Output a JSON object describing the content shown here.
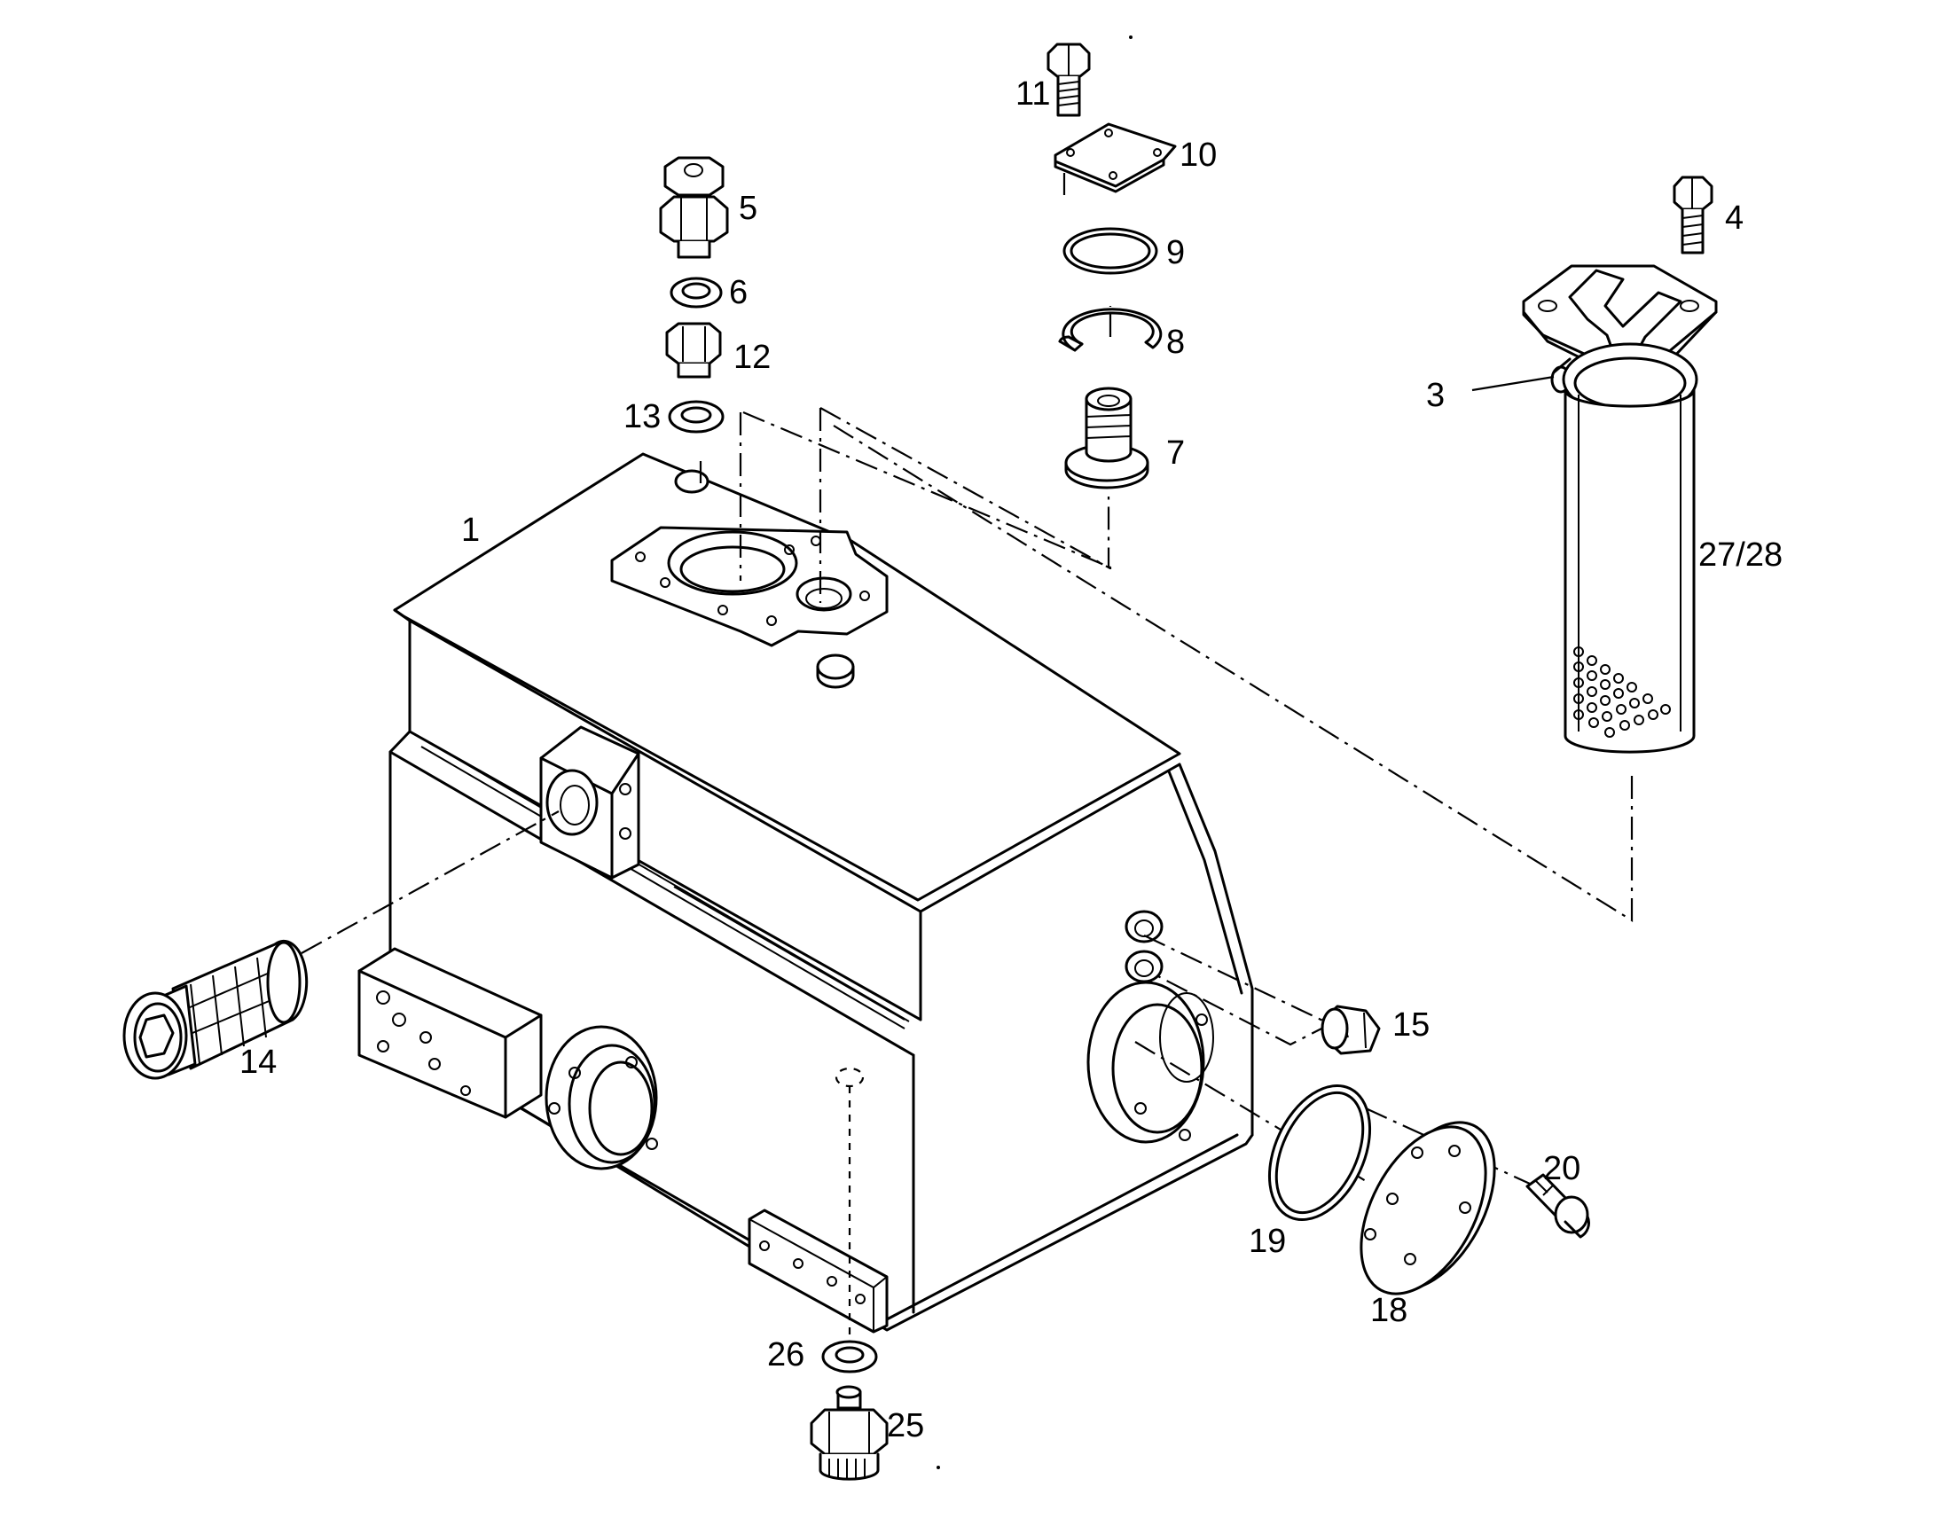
{
  "callouts": {
    "c1": "1",
    "c3": "3",
    "c4": "4",
    "c5": "5",
    "c6": "6",
    "c7": "7",
    "c8": "8",
    "c9": "9",
    "c10": "10",
    "c11": "11",
    "c12": "12",
    "c13": "13",
    "c14": "14",
    "c15": "15",
    "c18": "18",
    "c19": "19",
    "c20": "20",
    "c25": "25",
    "c26": "26",
    "c27_28": "27/28"
  },
  "colors": {
    "line": "#000000",
    "background": "#ffffff"
  }
}
